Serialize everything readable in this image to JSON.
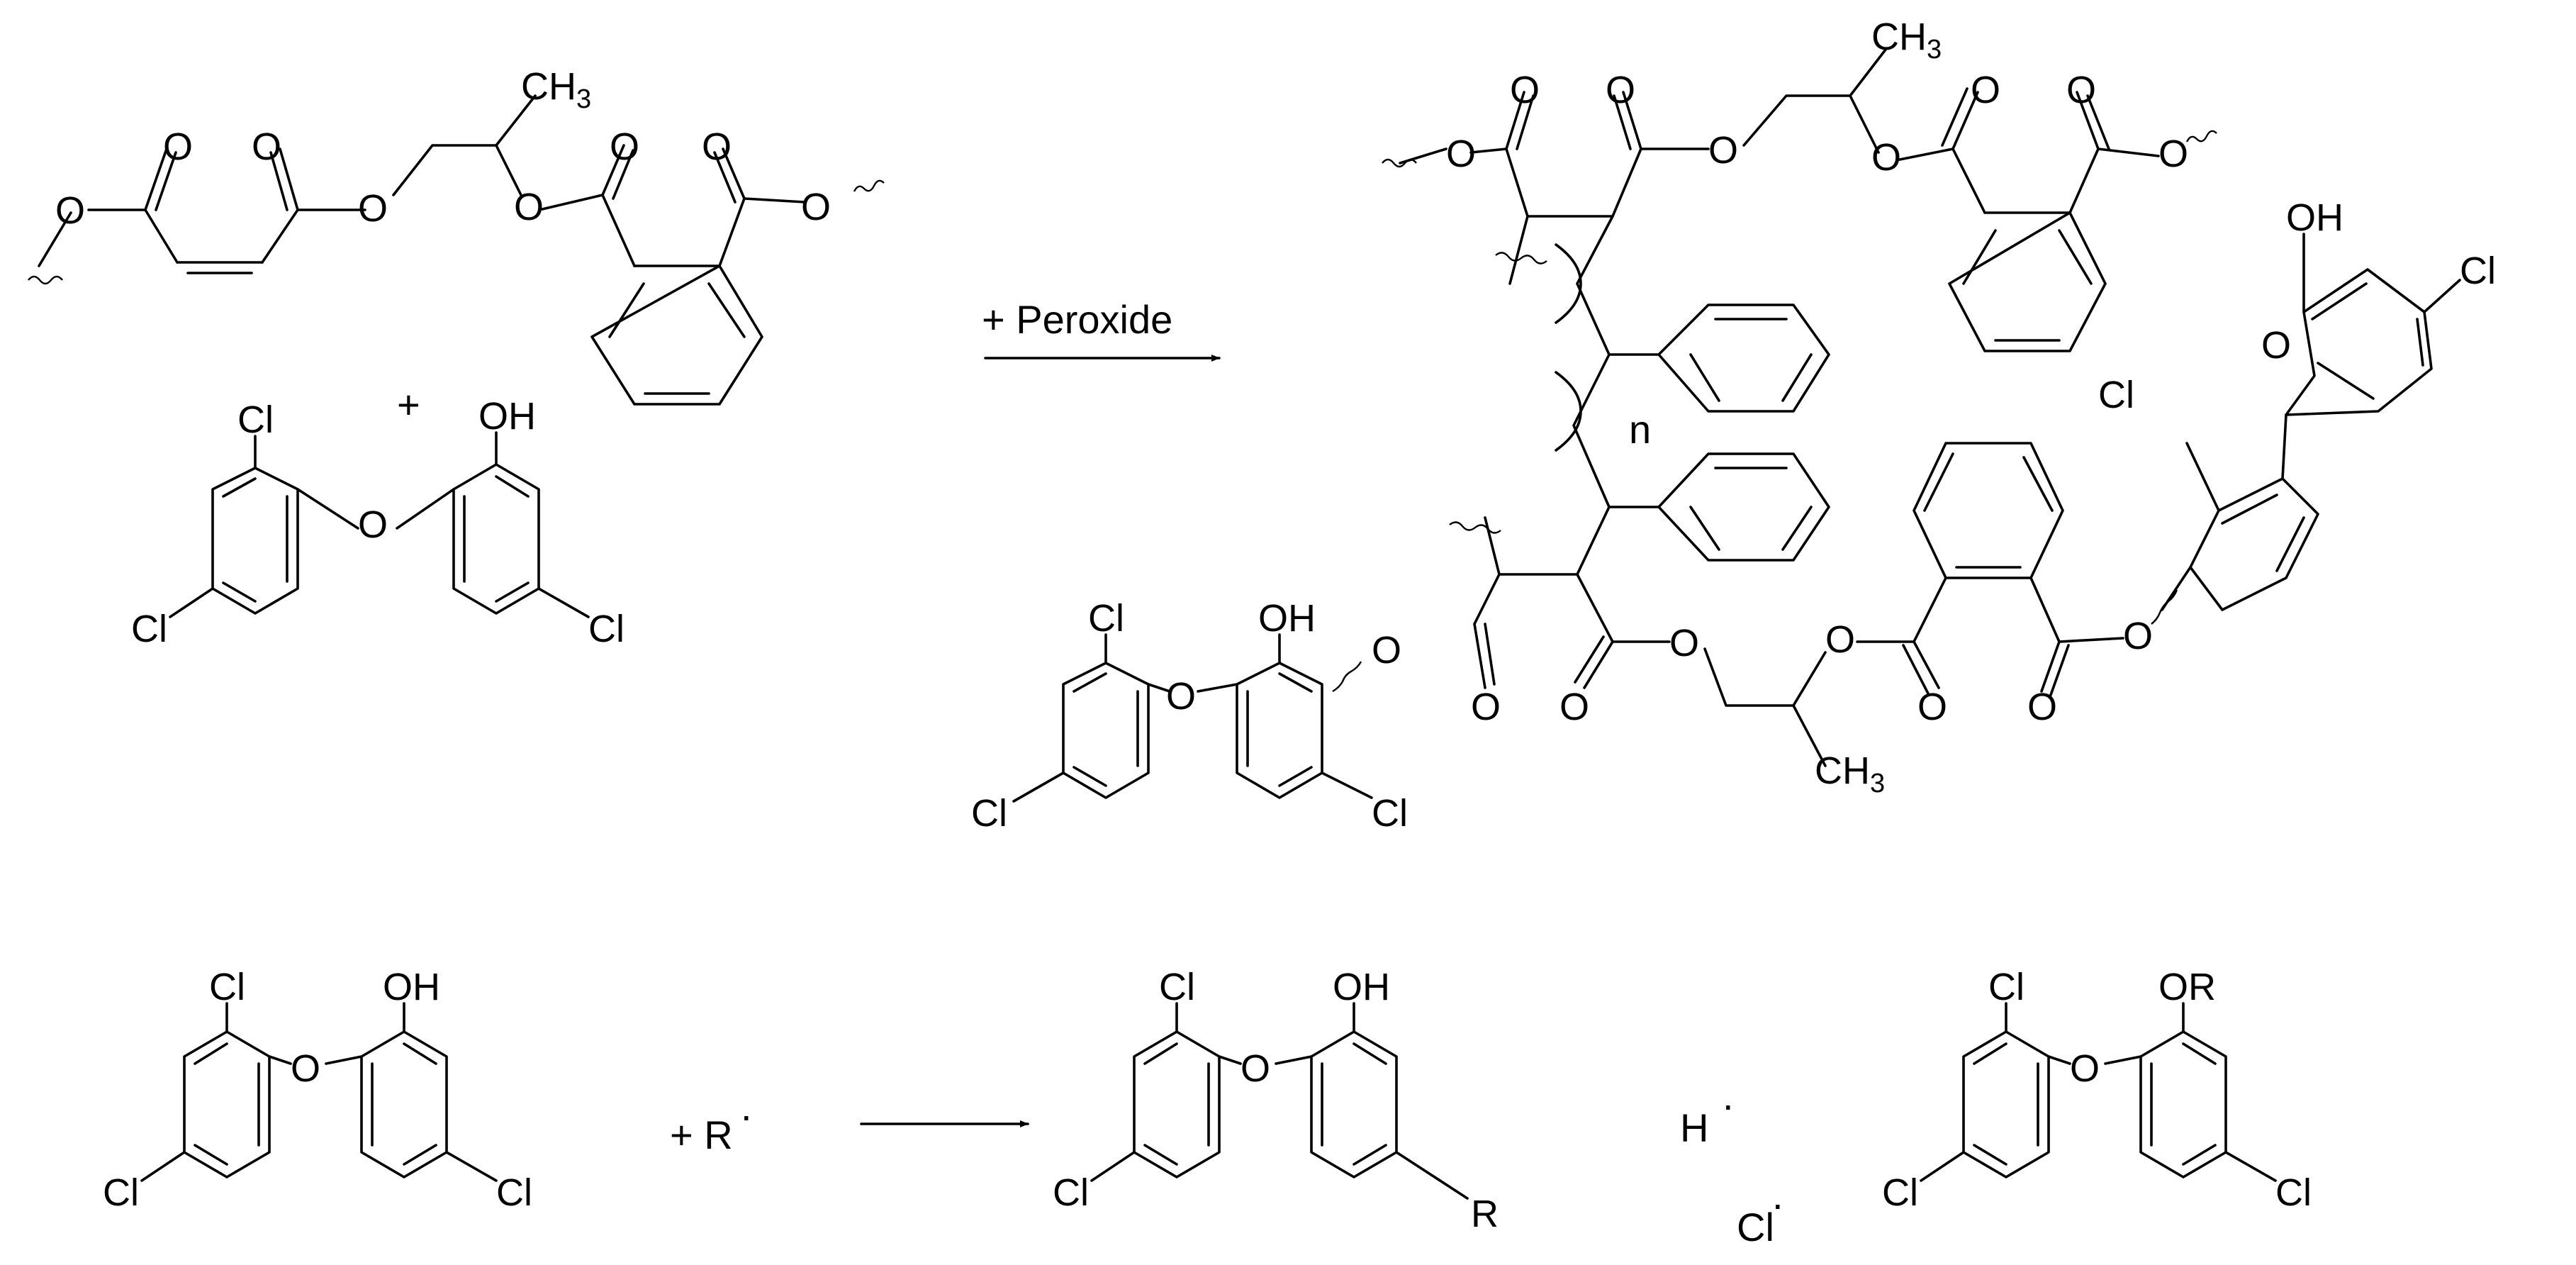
{
  "scheme": {
    "reagent_label": "+ Peroxide",
    "plus_sign": "+",
    "radical_label": "+ R",
    "radical_dot": ".",
    "hydrogen_radical": "H",
    "chlorine_radical": "Cl",
    "repeat_unit_label": "n"
  },
  "atoms": {
    "O": "O",
    "OH": "OH",
    "OR": "OR",
    "Cl": "Cl",
    "R": "R",
    "CH3": "CH",
    "CH3_sub": "3"
  },
  "colors": {
    "ink": "#000000",
    "background": "#ffffff"
  }
}
